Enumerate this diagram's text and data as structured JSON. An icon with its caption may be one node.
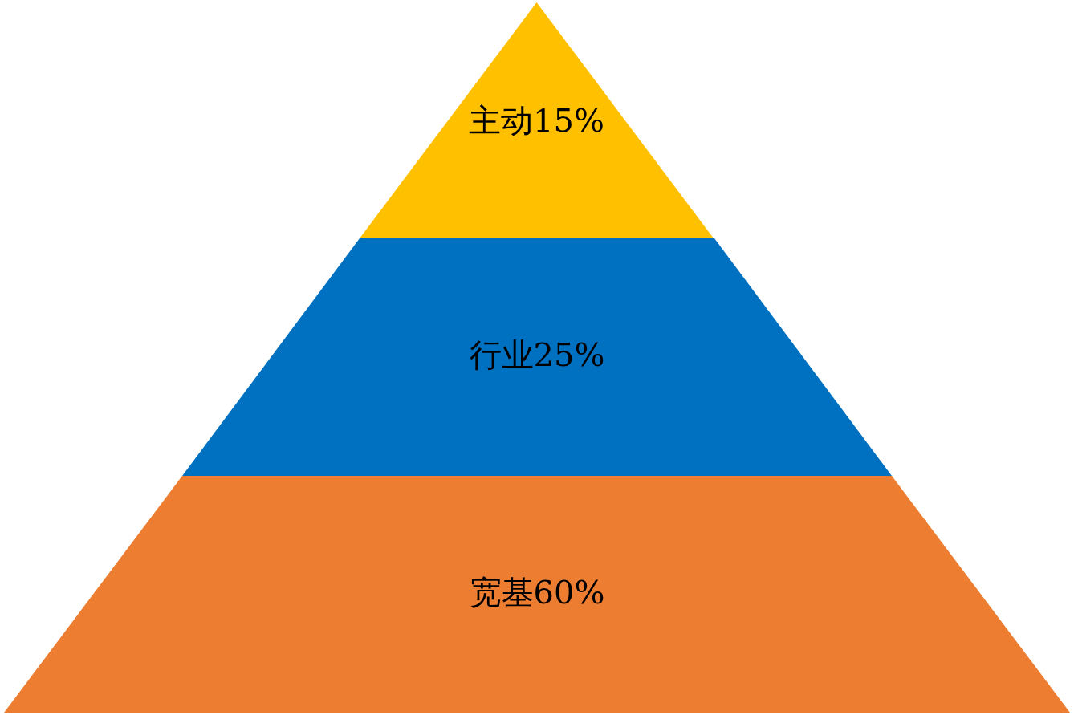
{
  "diagram": {
    "nodes": [
      {
        "text": [
          "主动15%"
        ]
      },
      {
        "text": [
          "行业25%"
        ]
      },
      {
        "text": [
          "宽基60%"
        ]
      }
    ]
  }
}
